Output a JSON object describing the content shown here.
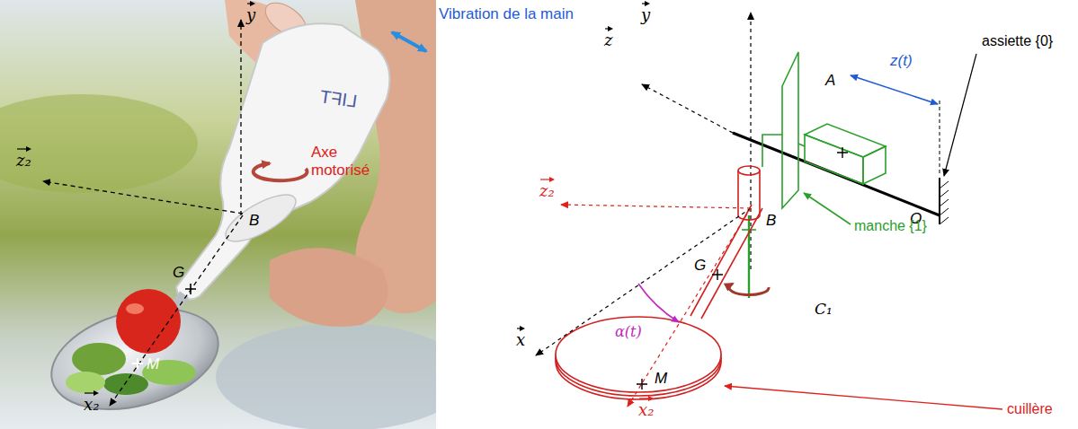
{
  "diagram": {
    "labels": [
      "y",
      "Vibration de la main",
      "LIFT",
      "Axe motorisé",
      "z₂",
      "B",
      "G",
      "M",
      "x₂",
      "y",
      "z",
      "z(t)",
      "A",
      "assiette {0}",
      "O",
      "z₂",
      "B",
      "manche {1}",
      "G",
      "C₁",
      "x",
      "α(t)",
      "M",
      "x₂",
      "cuillère"
    ]
  }
}
